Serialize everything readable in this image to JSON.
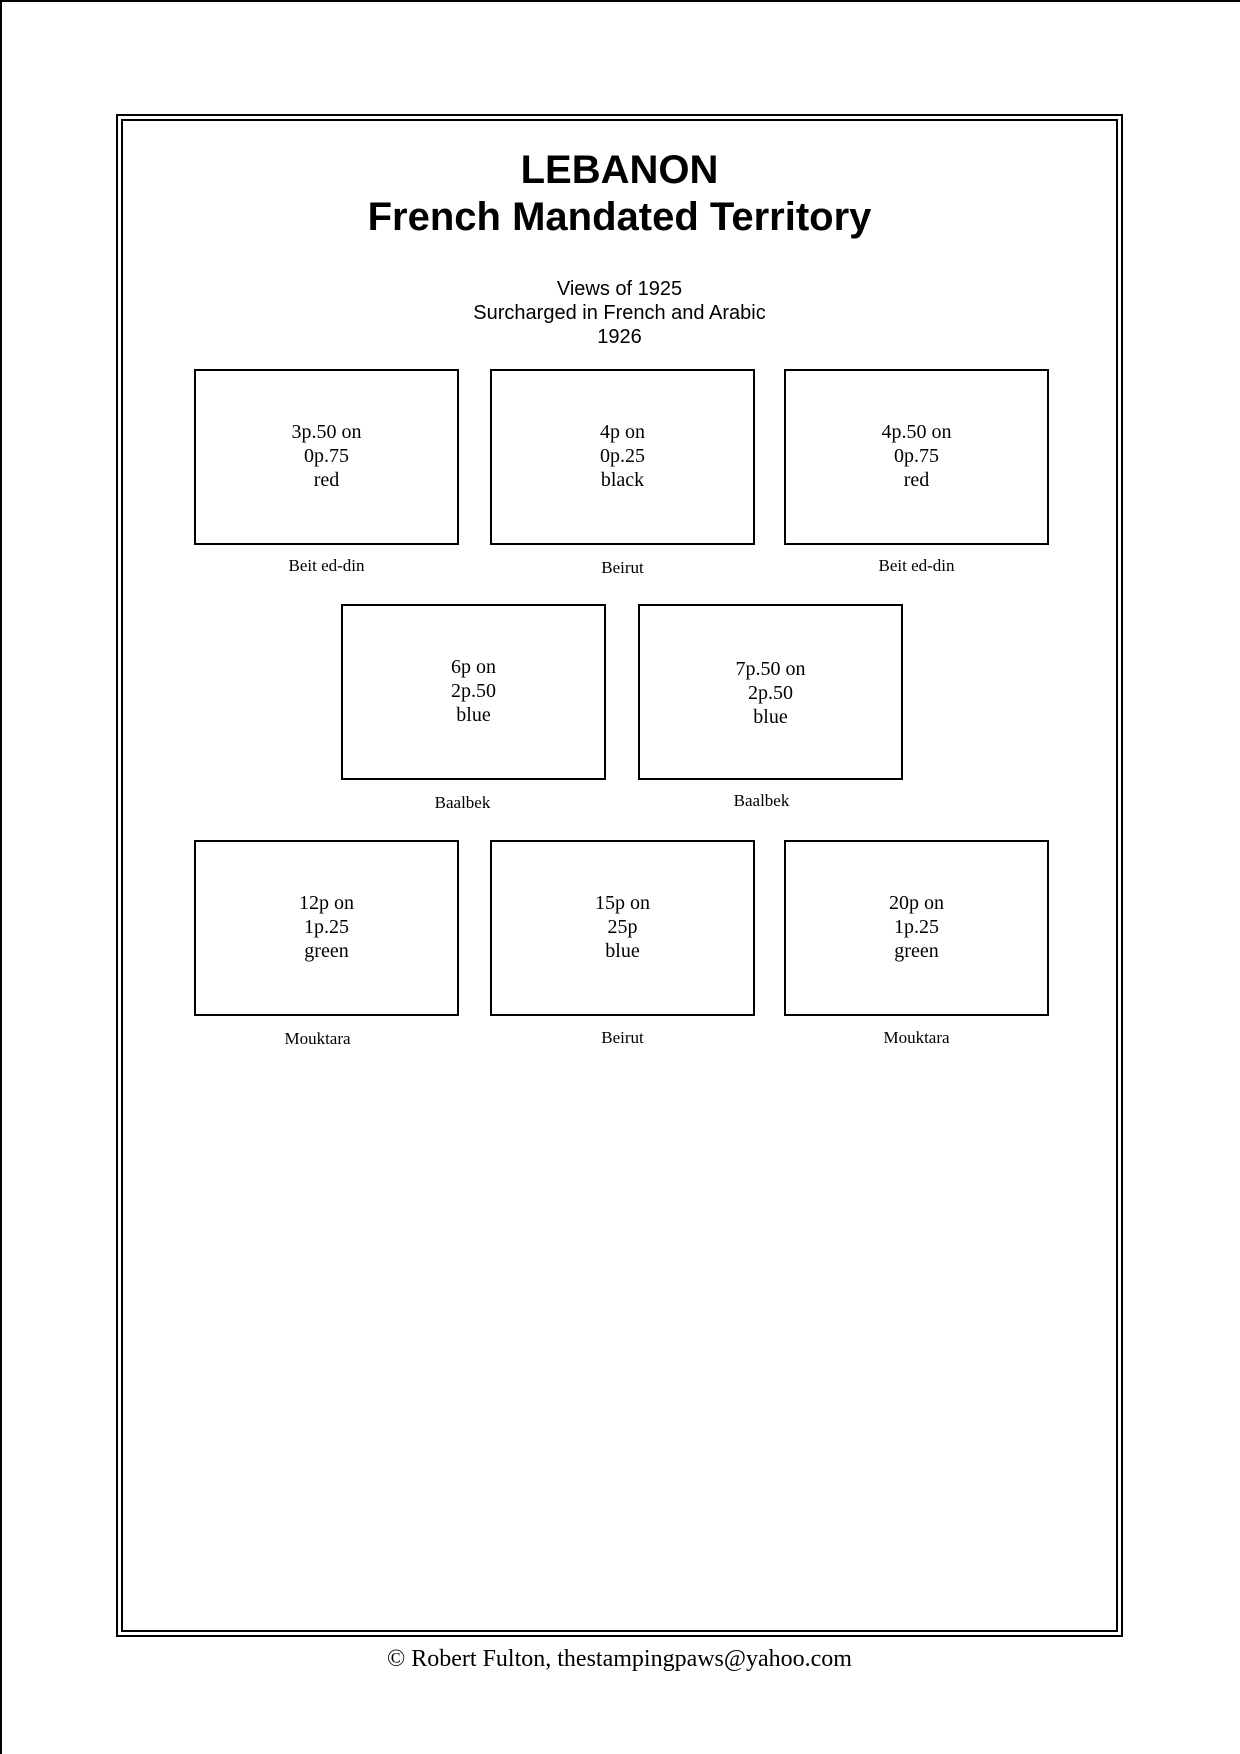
{
  "header": {
    "country": "LEBANON",
    "territory": "French Mandated Territory"
  },
  "issue": {
    "line1": "Views of 1925",
    "line2": "Surcharged in French and Arabic",
    "year": "1926"
  },
  "stamps": [
    {
      "value": "3p.50 on",
      "original": "0p.75",
      "color": "red",
      "caption": "Beit ed-din"
    },
    {
      "value": "4p on",
      "original": "0p.25",
      "color": "black",
      "caption": "Beirut"
    },
    {
      "value": "4p.50 on",
      "original": "0p.75",
      "color": "red",
      "caption": "Beit ed-din"
    },
    {
      "value": "6p on",
      "original": "2p.50",
      "color": "blue",
      "caption": "Baalbek"
    },
    {
      "value": "7p.50 on",
      "original": "2p.50",
      "color": "blue",
      "caption": "Baalbek"
    },
    {
      "value": "12p on",
      "original": "1p.25",
      "color": "green",
      "caption": "Mouktara"
    },
    {
      "value": "15p on",
      "original": "25p",
      "color": "blue",
      "caption": "Beirut"
    },
    {
      "value": "20p on",
      "original": "1p.25",
      "color": "green",
      "caption": "Mouktara"
    }
  ],
  "footer": {
    "credit": "©  Robert Fulton, thestampingpaws@yahoo.com"
  }
}
